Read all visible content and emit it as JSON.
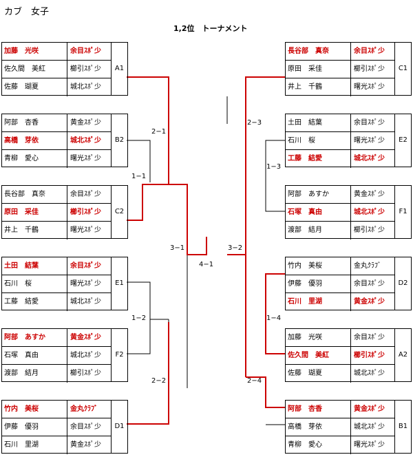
{
  "header": {
    "title": "カブ　女子",
    "subtitle": "1,2位　トーナメント"
  },
  "groups": [
    {
      "id": "A1",
      "players": [
        {
          "name": "加藤　光咲",
          "club": "余目ｽﾎﾟ少",
          "winner": true
        },
        {
          "name": "佐久間　美紅",
          "club": "櫛引ｽﾎﾟ少",
          "winner": false
        },
        {
          "name": "佐藤　瑚夏",
          "club": "城北ｽﾎﾟ少",
          "winner": false
        }
      ]
    },
    {
      "id": "B2",
      "players": [
        {
          "name": "阿部　杏香",
          "club": "黄金ｽﾎﾟ少",
          "winner": false
        },
        {
          "name": "高橋　芽依",
          "club": "城北ｽﾎﾟ少",
          "winner": true
        },
        {
          "name": "青柳　愛心",
          "club": "曙光ｽﾎﾟ少",
          "winner": false
        }
      ]
    },
    {
      "id": "C2",
      "players": [
        {
          "name": "長谷部　真奈",
          "club": "余目ｽﾎﾟ少",
          "winner": false
        },
        {
          "name": "原田　采佳",
          "club": "櫛引ｽﾎﾟ少",
          "winner": true
        },
        {
          "name": "井上　千鶴",
          "club": "曙光ｽﾎﾟ少",
          "winner": false
        }
      ]
    },
    {
      "id": "E1",
      "players": [
        {
          "name": "土田　結葉",
          "club": "余目ｽﾎﾟ少",
          "winner": true
        },
        {
          "name": "石川　桜",
          "club": "曙光ｽﾎﾟ少",
          "winner": false
        },
        {
          "name": "工藤　結愛",
          "club": "城北ｽﾎﾟ少",
          "winner": false
        }
      ]
    },
    {
      "id": "F2",
      "players": [
        {
          "name": "阿部　あすか",
          "club": "黄金ｽﾎﾟ少",
          "winner": true
        },
        {
          "name": "石塚　真由",
          "club": "城北ｽﾎﾟ少",
          "winner": false
        },
        {
          "name": "渡部　結月",
          "club": "櫛引ｽﾎﾟ少",
          "winner": false
        }
      ]
    },
    {
      "id": "D1",
      "players": [
        {
          "name": "竹内　美桜",
          "club": "金丸ｸﾗﾌﾞ",
          "winner": true
        },
        {
          "name": "伊藤　優羽",
          "club": "余目ｽﾎﾟ少",
          "winner": false
        },
        {
          "name": "石川　里湖",
          "club": "黄金ｽﾎﾟ少",
          "winner": false
        }
      ]
    },
    {
      "id": "C1",
      "players": [
        {
          "name": "長谷部　真奈",
          "club": "余目ｽﾎﾟ少",
          "winner": true
        },
        {
          "name": "原田　采佳",
          "club": "櫛引ｽﾎﾟ少",
          "winner": false
        },
        {
          "name": "井上　千鶴",
          "club": "曙光ｽﾎﾟ少",
          "winner": false
        }
      ]
    },
    {
      "id": "E2",
      "players": [
        {
          "name": "土田　結葉",
          "club": "余目ｽﾎﾟ少",
          "winner": false
        },
        {
          "name": "石川　桜",
          "club": "曙光ｽﾎﾟ少",
          "winner": false
        },
        {
          "name": "工藤　結愛",
          "club": "城北ｽﾎﾟ少",
          "winner": true
        }
      ]
    },
    {
      "id": "F1",
      "players": [
        {
          "name": "阿部　あすか",
          "club": "黄金ｽﾎﾟ少",
          "winner": false
        },
        {
          "name": "石塚　真由",
          "club": "城北ｽﾎﾟ少",
          "winner": true
        },
        {
          "name": "渡部　結月",
          "club": "櫛引ｽﾎﾟ少",
          "winner": false
        }
      ]
    },
    {
      "id": "D2",
      "players": [
        {
          "name": "竹内　美桜",
          "club": "金丸ｸﾗﾌﾞ",
          "winner": false
        },
        {
          "name": "伊藤　優羽",
          "club": "余目ｽﾎﾟ少",
          "winner": false
        },
        {
          "name": "石川　里湖",
          "club": "黄金ｽﾎﾟ少",
          "winner": true
        }
      ]
    },
    {
      "id": "A2",
      "players": [
        {
          "name": "加藤　光咲",
          "club": "余目ｽﾎﾟ少",
          "winner": false
        },
        {
          "name": "佐久間　美紅",
          "club": "櫛引ｽﾎﾟ少",
          "winner": true
        },
        {
          "name": "佐藤　瑚夏",
          "club": "城北ｽﾎﾟ少",
          "winner": false
        }
      ]
    },
    {
      "id": "B1",
      "players": [
        {
          "name": "阿部　杏香",
          "club": "黄金ｽﾎﾟ少",
          "winner": true
        },
        {
          "name": "高橋　芽依",
          "club": "城北ｽﾎﾟ少",
          "winner": false
        },
        {
          "name": "青柳　愛心",
          "club": "曙光ｽﾎﾟ少",
          "winner": false
        }
      ]
    }
  ],
  "rounds": {
    "r2_1": "2−1",
    "r1_1": "1−1",
    "r1_2": "1−2",
    "r2_2": "2−2",
    "r3_1": "3−1",
    "r4_1": "4−1",
    "r3_2": "3−2",
    "r2_3": "2−3",
    "r1_3": "1−3",
    "r1_4": "1−4",
    "r2_4": "2−4"
  },
  "colors": {
    "winner_text": "#cc0000",
    "winner_line": "#cc0000",
    "line": "#000000"
  }
}
